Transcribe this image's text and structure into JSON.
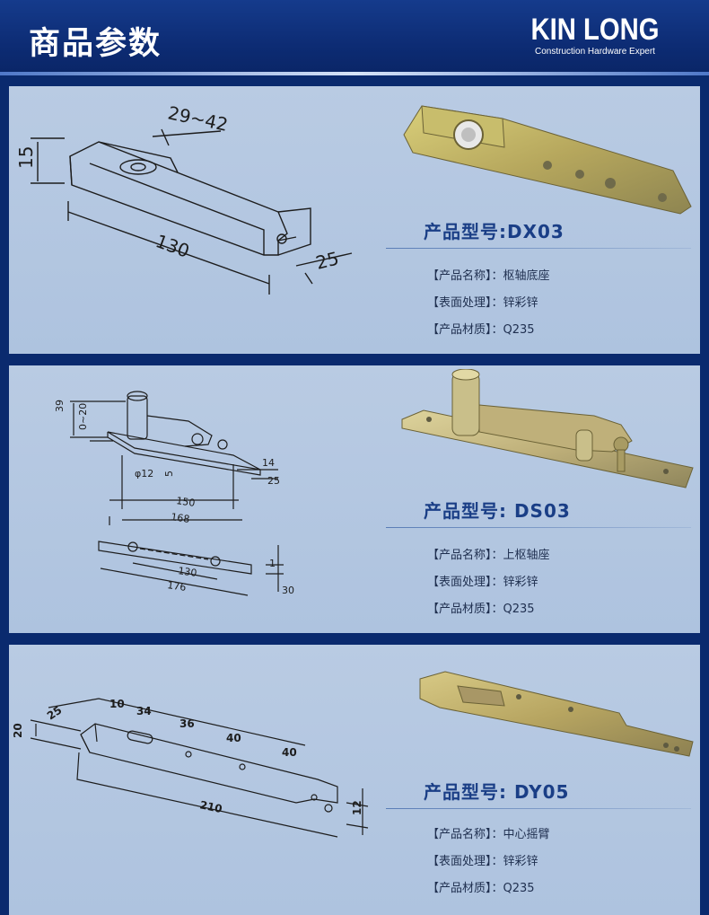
{
  "header": {
    "title": "商品参数"
  },
  "brand": {
    "name": "KIN LONG",
    "tagline": "Construction Hardware Expert"
  },
  "products": [
    {
      "model_label": "产品型号:DX03",
      "specs": [
        {
          "key": "【产品名称】",
          "value": "：枢轴底座"
        },
        {
          "key": "【表面处理】",
          "value": "：锌彩锌"
        },
        {
          "key": "【产品材质】",
          "value": "：Q235"
        }
      ],
      "dims": [
        "29~42",
        "15",
        "130",
        "25"
      ]
    },
    {
      "model_label": "产品型号: DS03",
      "specs": [
        {
          "key": "【产品名称】",
          "value": "：上枢轴座"
        },
        {
          "key": "【表面处理】",
          "value": "：锌彩锌"
        },
        {
          "key": "【产品材质】",
          "value": "：Q235"
        }
      ],
      "dims": [
        "39",
        "0~20",
        "φ12",
        "5",
        "14",
        "25",
        "150",
        "168",
        "130",
        "176",
        "1",
        "30"
      ]
    },
    {
      "model_label": "产品型号: DY05",
      "specs": [
        {
          "key": "【产品名称】",
          "value": "：中心摇臂"
        },
        {
          "key": "【表面处理】",
          "value": "：锌彩锌"
        },
        {
          "key": "【产品材质】",
          "value": "：Q235"
        }
      ],
      "dims": [
        "25",
        "10",
        "34",
        "36",
        "40",
        "40",
        "20",
        "210",
        "12"
      ]
    }
  ]
}
